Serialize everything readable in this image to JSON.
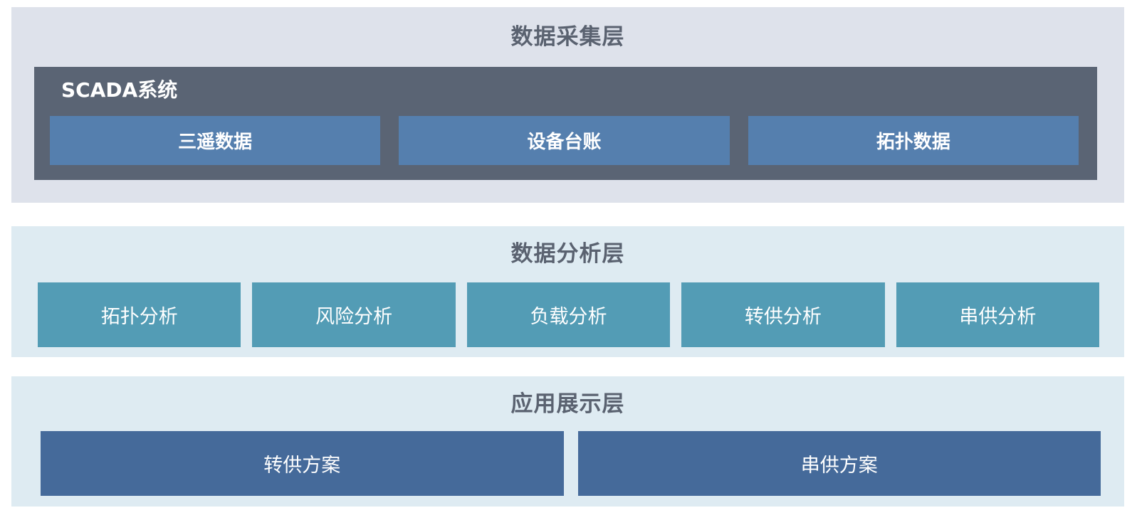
{
  "layers": {
    "collection": {
      "title": "数据采集层",
      "scada": {
        "label": "SCADA系统",
        "boxes": [
          {
            "label": "三遥数据"
          },
          {
            "label": "设备台账"
          },
          {
            "label": "拓扑数据"
          }
        ]
      }
    },
    "analysis": {
      "title": "数据分析层",
      "boxes": [
        {
          "label": "拓扑分析"
        },
        {
          "label": "风险分析"
        },
        {
          "label": "负载分析"
        },
        {
          "label": "转供分析"
        },
        {
          "label": "串供分析"
        }
      ]
    },
    "display": {
      "title": "应用展示层",
      "boxes": [
        {
          "label": "转供方案"
        },
        {
          "label": "串供方案"
        }
      ]
    }
  },
  "colors": {
    "collect-bg": "#dee2eb",
    "scada-bg": "#5a6474",
    "scada-box-bg": "#557fae",
    "light-bg": "#deebf2",
    "analysis-box-bg": "#539cb5",
    "display-box-bg": "#456a9a",
    "title-text": "#5a6270"
  }
}
